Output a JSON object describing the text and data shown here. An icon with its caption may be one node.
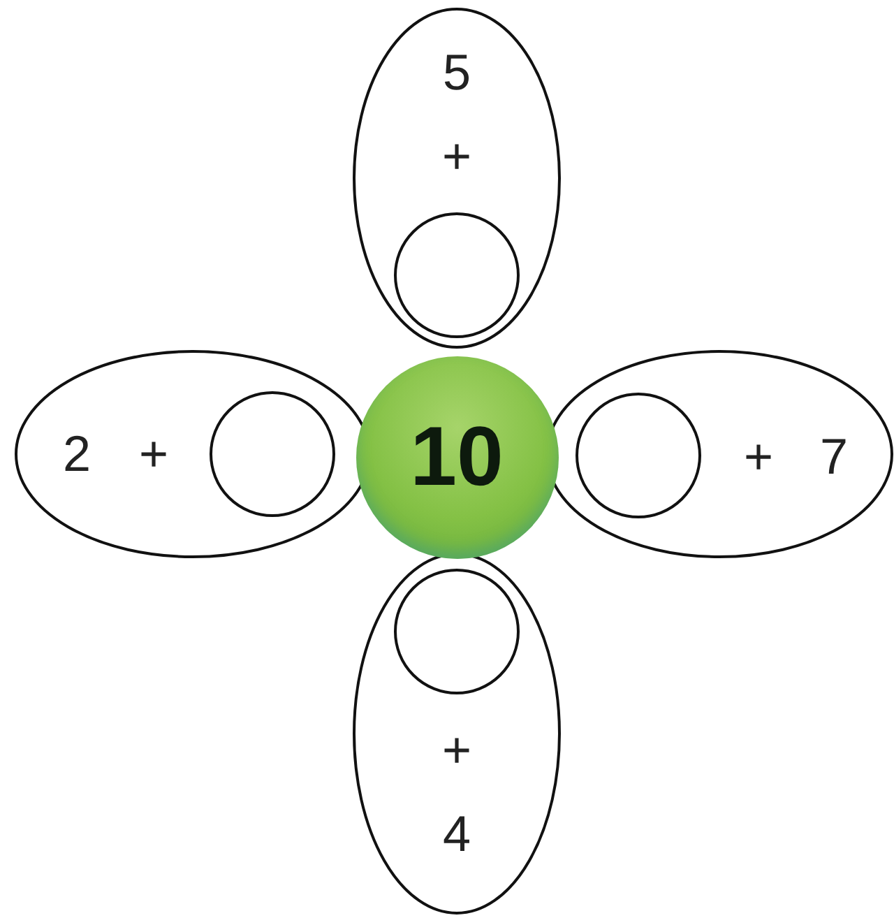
{
  "diagram": {
    "nodes": [
      {
        "text": [
          "5",
          "+"
        ]
      },
      {
        "text": [],
        "shape": "circle",
        "in": 0
      },
      {
        "text": [
          "2",
          "+"
        ]
      },
      {
        "text": [],
        "shape": "circle",
        "in": 2
      },
      {
        "text": [
          "10"
        ]
      },
      {
        "text": [
          "+",
          "7"
        ]
      },
      {
        "text": [],
        "shape": "circle",
        "in": 5
      },
      {
        "text": [
          "+",
          "4"
        ]
      },
      {
        "text": [],
        "shape": "circle",
        "in": 7
      }
    ]
  }
}
